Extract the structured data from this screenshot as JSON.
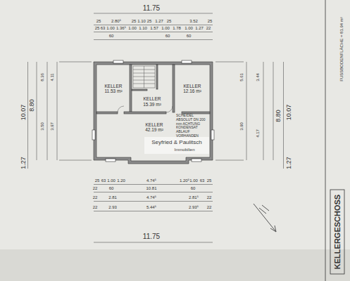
{
  "diagram": {
    "nodes": [
      {
        "text": [
          "KELLER",
          "11.53 m²"
        ]
      },
      {
        "text": [
          "KELLER",
          "15.39 m²"
        ]
      },
      {
        "text": [
          "KELLER",
          "12.16 m²"
        ]
      },
      {
        "text": [
          "KELLER",
          "42.19 m²"
        ]
      }
    ],
    "labels": [
      "11.75",
      "25",
      "2.80⁵",
      "25",
      "1.10",
      "25",
      "1.27",
      "25",
      "3.52",
      "25",
      "25",
      "63",
      "1.00",
      "1.36⁵",
      "1.00",
      "1.10",
      "1.57",
      "1.00",
      "1.78",
      "1.00",
      "1.27",
      "22",
      "60",
      "60",
      "60",
      "10.07",
      "8.80",
      "1.27",
      "8.36",
      "3.50",
      "4.11",
      "3.97",
      "10.07",
      "8.80",
      "1.27",
      "5.61",
      "3.90",
      "3.44",
      "4.17",
      "25",
      "63",
      "1.00",
      "1.20",
      "4.74⁵",
      "1.20⁵",
      "1.00",
      "63",
      "25",
      "22",
      "60",
      "10.81",
      "60",
      "22",
      "2.81",
      "4.74⁵",
      "2.81⁵",
      "22",
      "22",
      "2.93",
      "5.44⁵",
      "2.93⁵",
      "22",
      "11.75",
      "FUSSBODENFLÄCHE = 81.94 m²",
      "KELLERGESCHOSS",
      "SCHEIDEL ABSOLUT DN 200 mm ACHTUNG KONDENSAT ABLAUF VORHANDEN",
      "Seyfried & Paulitsch",
      "Immobilien"
    ]
  }
}
